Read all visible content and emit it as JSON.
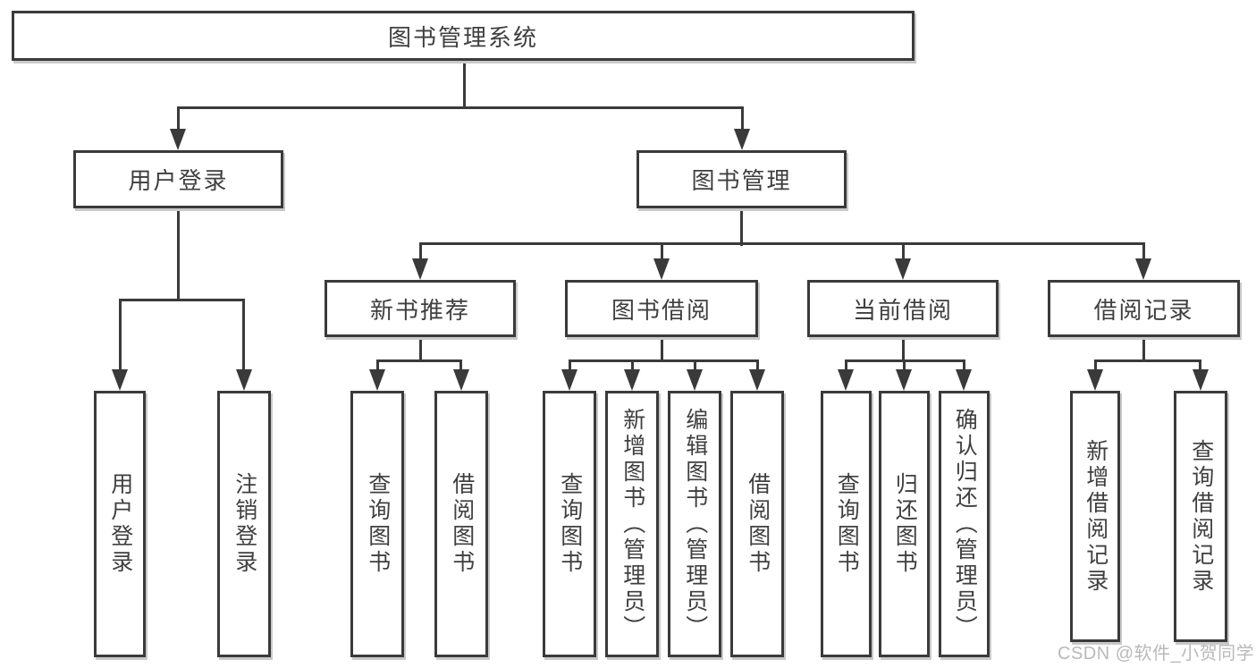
{
  "tree": {
    "root": {
      "label": "图书管理系统"
    },
    "children": [
      {
        "label": "用户登录",
        "children": [
          {
            "label": "用户登录"
          },
          {
            "label": "注销登录"
          }
        ]
      },
      {
        "label": "图书管理",
        "children": [
          {
            "label": "新书推荐",
            "children": [
              {
                "label": "查询图书"
              },
              {
                "label": "借阅图书"
              }
            ]
          },
          {
            "label": "图书借阅",
            "children": [
              {
                "label": "查询图书"
              },
              {
                "label": "新增图书（管理员）"
              },
              {
                "label": "编辑图书（管理员）"
              },
              {
                "label": "借阅图书"
              }
            ]
          },
          {
            "label": "当前借阅",
            "children": [
              {
                "label": "查询图书"
              },
              {
                "label": "归还图书"
              },
              {
                "label": "确认归还（管理员）"
              }
            ]
          },
          {
            "label": "借阅记录",
            "children": [
              {
                "label": "新增借阅记录"
              },
              {
                "label": "查询借阅记录"
              }
            ]
          }
        ]
      }
    ]
  },
  "watermark": {
    "text": "CSDN @软件_小贺同学"
  },
  "colors": {
    "line": "#3a3a3a",
    "text": "#3f3f3f",
    "background": "#ffffff",
    "watermark": "#b9b9b9"
  }
}
